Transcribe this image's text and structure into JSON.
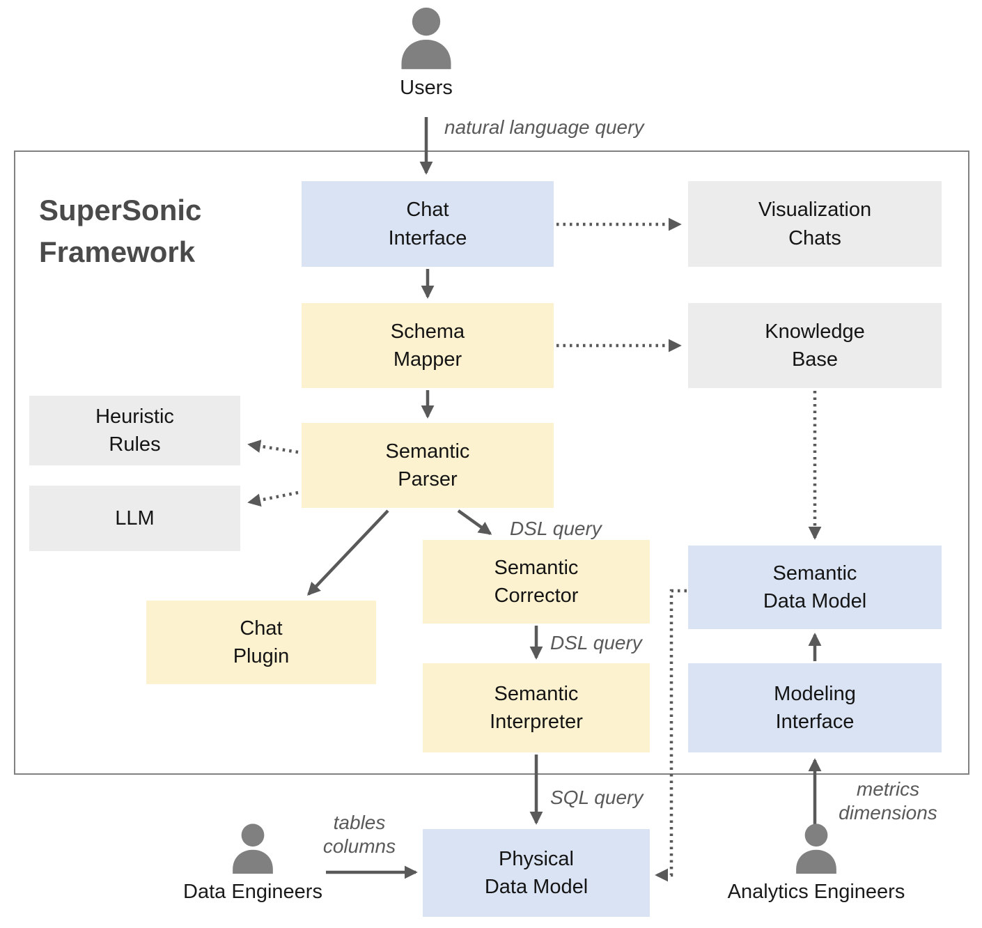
{
  "diagram": {
    "title_lines": [
      "SuperSonic",
      "Framework"
    ],
    "actors": {
      "users": {
        "label": "Users",
        "icon": "person-icon"
      },
      "data_engineers": {
        "label": "Data Engineers",
        "icon": "person-icon"
      },
      "analytics_engineers": {
        "label": "Analytics Engineers",
        "icon": "person-icon"
      }
    },
    "nodes": {
      "chat_interface": {
        "lines": [
          "Chat",
          "Interface"
        ],
        "color": "#dae3f3"
      },
      "visualization_chats": {
        "lines": [
          "Visualization",
          "Chats"
        ],
        "color": "#ececec"
      },
      "schema_mapper": {
        "lines": [
          "Schema",
          "Mapper"
        ],
        "color": "#fdf2cf"
      },
      "knowledge_base": {
        "lines": [
          "Knowledge",
          "Base"
        ],
        "color": "#ececec"
      },
      "heuristic_rules": {
        "lines": [
          "Heuristic",
          "Rules"
        ],
        "color": "#ececec"
      },
      "llm": {
        "lines": [
          "LLM"
        ],
        "color": "#ececec"
      },
      "semantic_parser": {
        "lines": [
          "Semantic",
          "Parser"
        ],
        "color": "#fdf2cf"
      },
      "chat_plugin": {
        "lines": [
          "Chat",
          "Plugin"
        ],
        "color": "#fdf2cf"
      },
      "semantic_corrector": {
        "lines": [
          "Semantic",
          "Corrector"
        ],
        "color": "#fdf2cf"
      },
      "semantic_interpreter": {
        "lines": [
          "Semantic",
          "Interpreter"
        ],
        "color": "#fdf2cf"
      },
      "semantic_data_model": {
        "lines": [
          "Semantic",
          "Data Model"
        ],
        "color": "#dae3f3"
      },
      "modeling_interface": {
        "lines": [
          "Modeling",
          "Interface"
        ],
        "color": "#dae3f3"
      },
      "physical_data_model": {
        "lines": [
          "Physical",
          "Data Model"
        ],
        "color": "#dae3f3"
      }
    },
    "edges": [
      {
        "from": "users",
        "to": "chat_interface",
        "style": "solid",
        "label_lines": [
          "natural language query"
        ]
      },
      {
        "from": "chat_interface",
        "to": "visualization_chats",
        "style": "dotted"
      },
      {
        "from": "chat_interface",
        "to": "schema_mapper",
        "style": "solid"
      },
      {
        "from": "schema_mapper",
        "to": "knowledge_base",
        "style": "dotted"
      },
      {
        "from": "schema_mapper",
        "to": "semantic_parser",
        "style": "solid"
      },
      {
        "from": "semantic_parser",
        "to": "heuristic_rules",
        "style": "dotted"
      },
      {
        "from": "semantic_parser",
        "to": "llm",
        "style": "dotted"
      },
      {
        "from": "semantic_parser",
        "to": "chat_plugin",
        "style": "solid"
      },
      {
        "from": "semantic_parser",
        "to": "semantic_corrector",
        "style": "solid",
        "label_lines": [
          "DSL query"
        ]
      },
      {
        "from": "semantic_corrector",
        "to": "semantic_interpreter",
        "style": "solid",
        "label_lines": [
          "DSL query"
        ]
      },
      {
        "from": "knowledge_base",
        "to": "semantic_data_model",
        "style": "dotted"
      },
      {
        "from": "modeling_interface",
        "to": "semantic_data_model",
        "style": "solid"
      },
      {
        "from": "semantic_interpreter",
        "to": "physical_data_model",
        "style": "solid",
        "label_lines": [
          "SQL query"
        ]
      },
      {
        "from": "semantic_data_model",
        "to": "physical_data_model",
        "style": "dotted"
      },
      {
        "from": "data_engineers",
        "to": "physical_data_model",
        "style": "solid",
        "label_lines": [
          "tables",
          "columns"
        ]
      },
      {
        "from": "analytics_engineers",
        "to": "modeling_interface",
        "style": "solid",
        "label_lines": [
          "metrics",
          "dimensions"
        ]
      }
    ],
    "colors": {
      "box_blue": "#dae3f3",
      "box_yellow": "#fdf2cf",
      "box_gray": "#ececec",
      "arrow": "#595959",
      "frame_border": "#808080",
      "title_text": "#4a4a4a",
      "person_icon": "#808080"
    }
  }
}
